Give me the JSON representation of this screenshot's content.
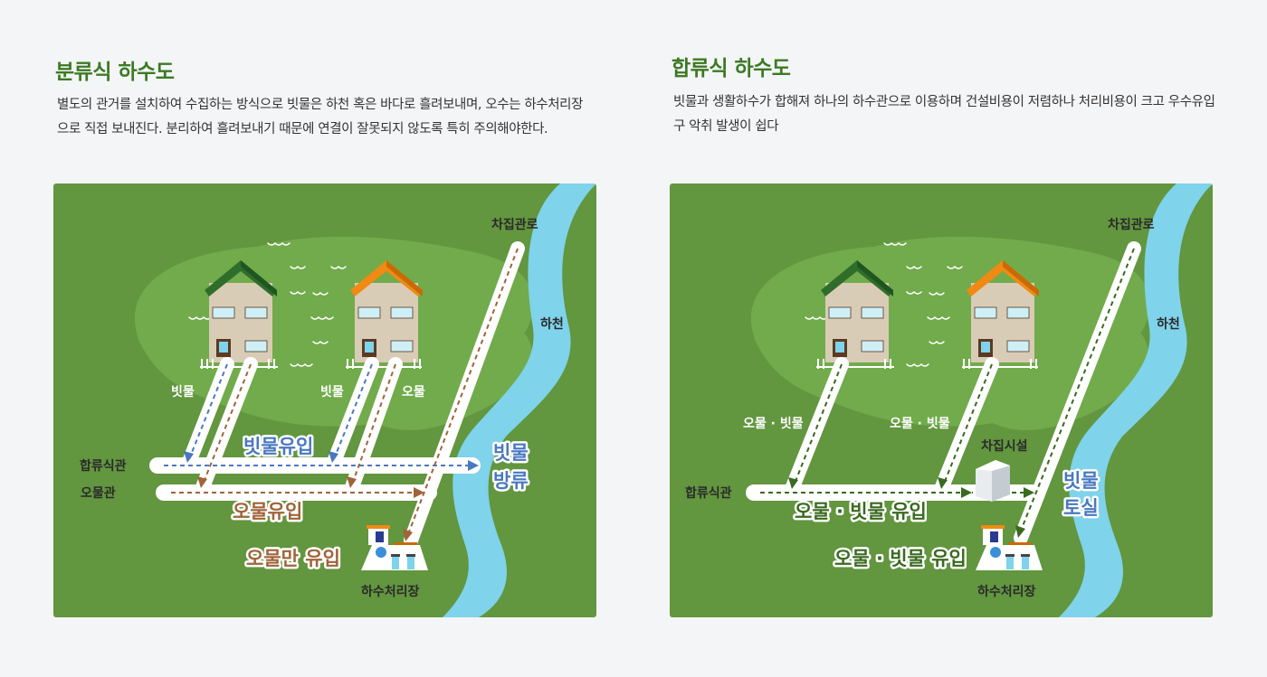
{
  "separate": {
    "title": "분류식 하수도",
    "description": "별도의 관거를 설치하여 수집하는 방식으로 빗물은 하천 혹은 바다로 흘려보내며, 오수는 하수처리장으로 직접 보내진다. 분리하여 흘려보내기 때문에 연결이 잘못되지 않도록 특히 주의해야한다.",
    "labels": {
      "interceptor": "차집관로",
      "river": "하천",
      "rain1": "빗물",
      "rain2": "빗물",
      "sewage": "오물",
      "combined_pipe": "합류식관",
      "sewage_pipe": "오물관",
      "rain_inflow": "빗물유입",
      "sewage_inflow": "오물유입",
      "discharge_line1": "빗물",
      "discharge_line2": "방류",
      "sewage_only": "오물만 유입",
      "plant": "하수처리장"
    },
    "colors": {
      "rain": "#4a78c0",
      "sewage": "#a0643a"
    }
  },
  "combined": {
    "title": "합류식 하수도",
    "description": "빗물과 생활하수가 합해져  하나의 하수관으로 이용하며 건설비용이 저렴하나  처리비용이 크고 우수유입구 악취 발생이 쉽다",
    "labels": {
      "interceptor": "차집관로",
      "river": "하천",
      "mix1": "오물 · 빗물",
      "mix2": "오물 · 빗물",
      "facility": "차집시설",
      "combined_pipe": "합류식관",
      "mixed_inflow1": "오물 · 빗물 유입",
      "loss_line1": "빗물",
      "loss_line2": "토실",
      "mixed_inflow2": "오물 · 빗물 유입",
      "plant": "하수처리장"
    },
    "colors": {
      "mixed": "#3a6a1f",
      "rain": "#4a78c0"
    }
  }
}
